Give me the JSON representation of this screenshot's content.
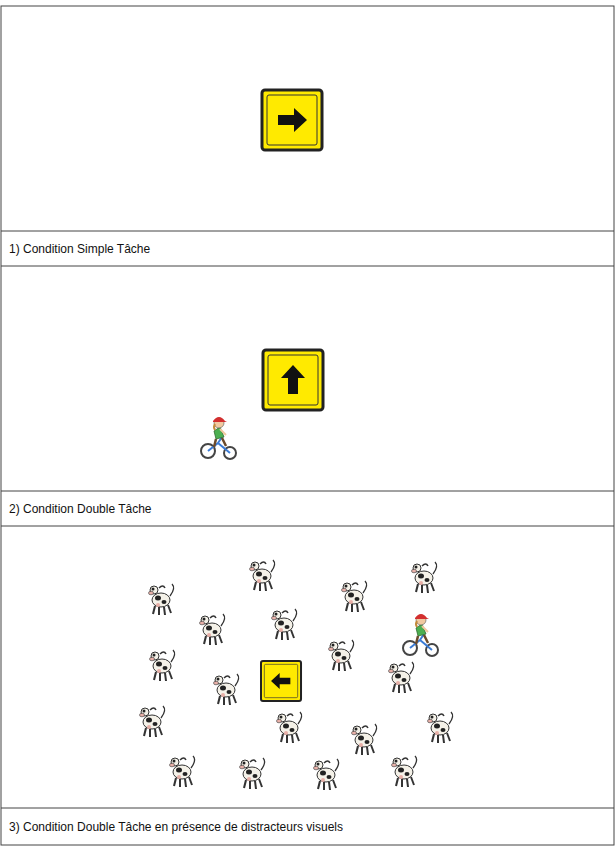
{
  "diagram": {
    "labels": [
      "1) Condition Simple Tâche",
      "2) Condition Double Tâche",
      "3) Condition Double Tâche en présence de distracteurs visuels"
    ]
  }
}
